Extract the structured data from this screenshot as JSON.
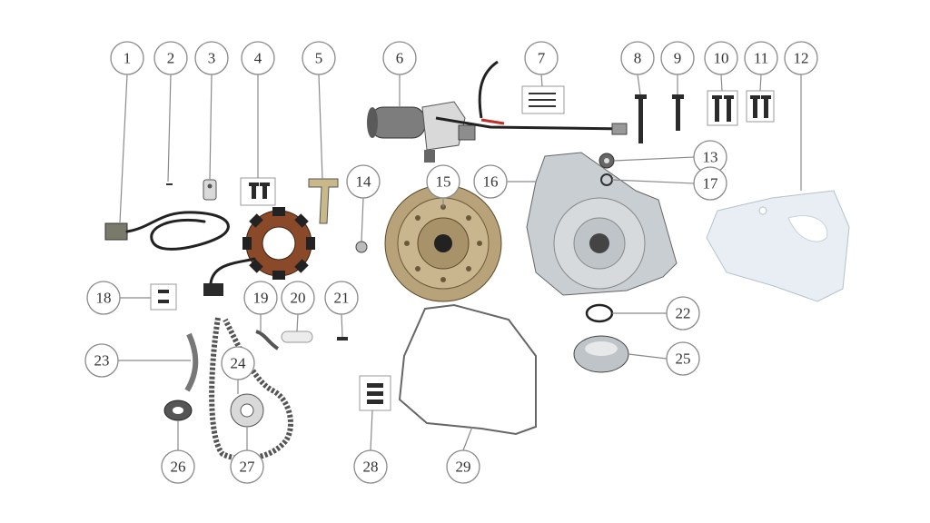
{
  "callouts": [
    {
      "label": "1"
    },
    {
      "label": "2"
    },
    {
      "label": "3"
    },
    {
      "label": "4"
    },
    {
      "label": "5"
    },
    {
      "label": "6"
    },
    {
      "label": "7"
    },
    {
      "label": "8"
    },
    {
      "label": "9"
    },
    {
      "label": "10"
    },
    {
      "label": "11"
    },
    {
      "label": "12"
    },
    {
      "label": "13"
    },
    {
      "label": "14"
    },
    {
      "label": "15"
    },
    {
      "label": "16"
    },
    {
      "label": "17"
    },
    {
      "label": "18"
    },
    {
      "label": "19"
    },
    {
      "label": "20"
    },
    {
      "label": "21"
    },
    {
      "label": "22"
    },
    {
      "label": "23"
    },
    {
      "label": "24"
    },
    {
      "label": "25"
    },
    {
      "label": "26"
    },
    {
      "label": "27"
    },
    {
      "label": "28"
    },
    {
      "label": "29"
    }
  ],
  "colors": {
    "callout_stroke": "#8a8a8a",
    "metal_light": "#d9d9d9",
    "part_dark": "#2b2b2b",
    "stator_copper": "#8a4a2a",
    "flywheel_bronze": "#b8a27a",
    "cover_white": "#e8eef3"
  }
}
